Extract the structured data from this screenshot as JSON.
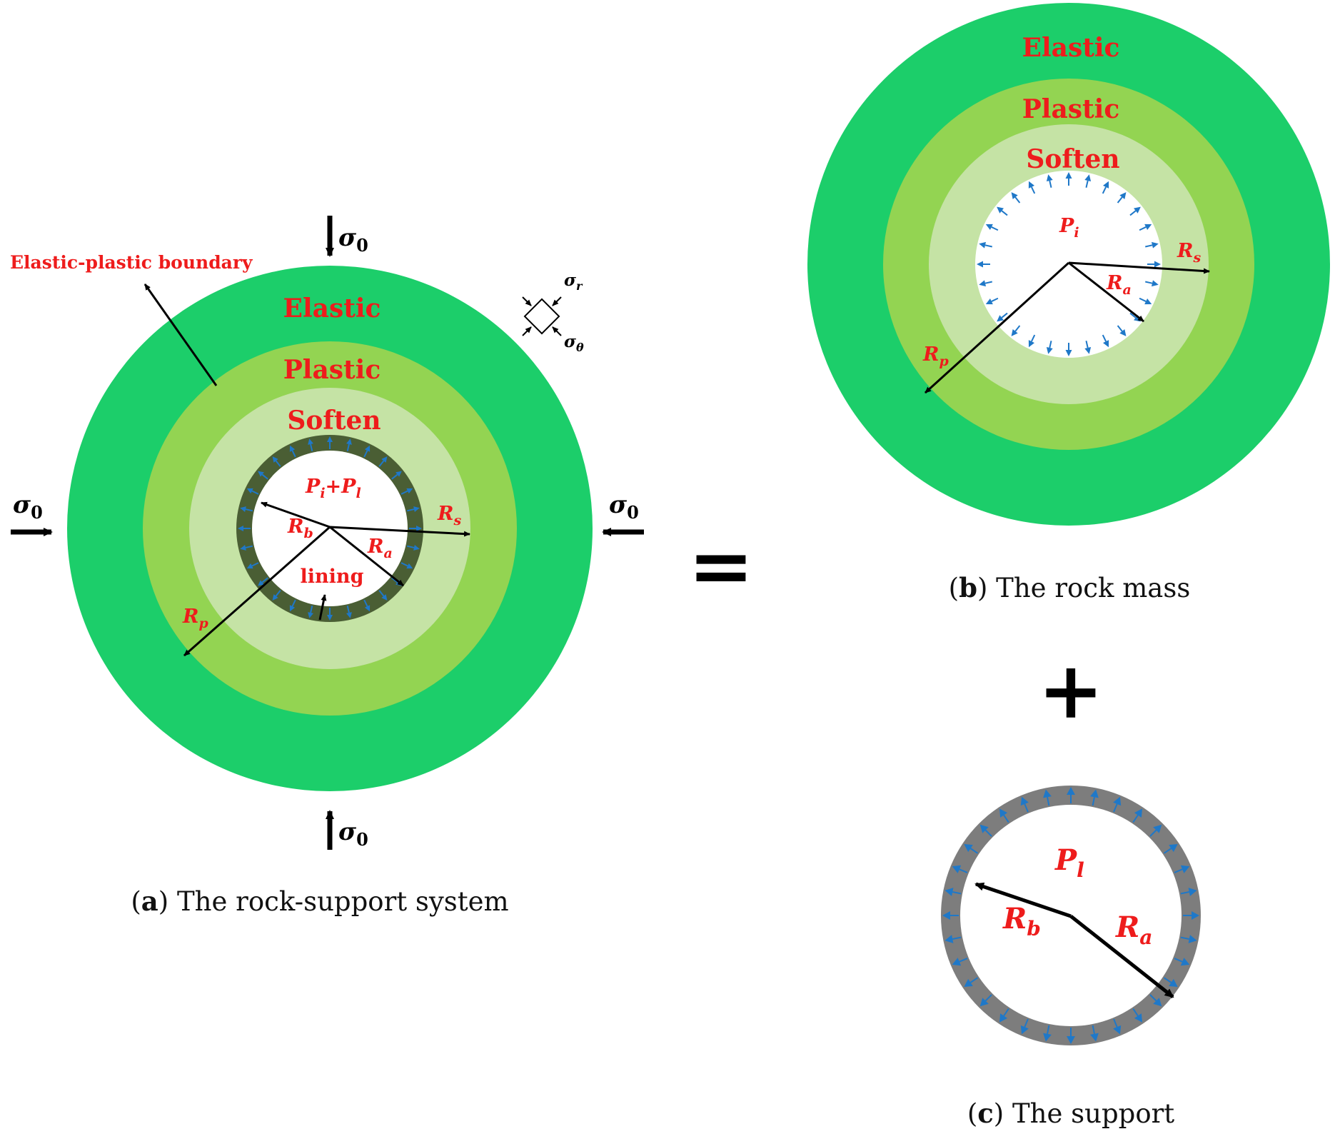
{
  "colors": {
    "elastic": "#1cce6a",
    "plastic": "#93d452",
    "soften": "#c5e3a5",
    "lining_a": "#4a5e34",
    "lining_c": "#7d7d7d",
    "label_red": "#ee1c1c",
    "arrow_blue": "#1f78c8"
  },
  "panel_a": {
    "caption": {
      "paren_open": "(",
      "letter": "a",
      "paren_close": ")",
      "text": " The rock-support system"
    },
    "zones": {
      "elastic": "Elastic",
      "plastic": "Plastic",
      "soften": "Soften"
    },
    "boundary_label": "Elastic-plastic boundary",
    "lining_label": "lining",
    "pressure": {
      "p1": "P",
      "p1_sub": "i",
      "plus": "+",
      "p2": "P",
      "p2_sub": "l"
    },
    "radii": {
      "rs": {
        "sym": "R",
        "sub": "s"
      },
      "ra": {
        "sym": "R",
        "sub": "a"
      },
      "rb": {
        "sym": "R",
        "sub": "b"
      },
      "rp": {
        "sym": "R",
        "sub": "p"
      }
    },
    "far_field": {
      "sym": "σ",
      "sub": "0"
    },
    "stress_element": {
      "sigma_r": "σ",
      "sigma_r_sub": "r",
      "sigma_t": "σ",
      "sigma_t_sub": "θ"
    }
  },
  "equals_sign": "=",
  "plus_sign": "+",
  "panel_b": {
    "caption": {
      "paren_open": "(",
      "letter": "b",
      "paren_close": ")",
      "text": " The rock mass"
    },
    "zones": {
      "elastic": "Elastic",
      "plastic": "Plastic",
      "soften": "Soften"
    },
    "pressure": {
      "p": "P",
      "sub": "i"
    },
    "radii": {
      "rs": {
        "sym": "R",
        "sub": "s"
      },
      "ra": {
        "sym": "R",
        "sub": "a"
      },
      "rp": {
        "sym": "R",
        "sub": "p"
      }
    }
  },
  "panel_c": {
    "caption": {
      "paren_open": "(",
      "letter": "c",
      "paren_close": ")",
      "text": " The support"
    },
    "pressure": {
      "p": "P",
      "sub": "l"
    },
    "radii": {
      "rb": {
        "sym": "R",
        "sub": "b"
      },
      "ra": {
        "sym": "R",
        "sub": "a"
      }
    }
  }
}
